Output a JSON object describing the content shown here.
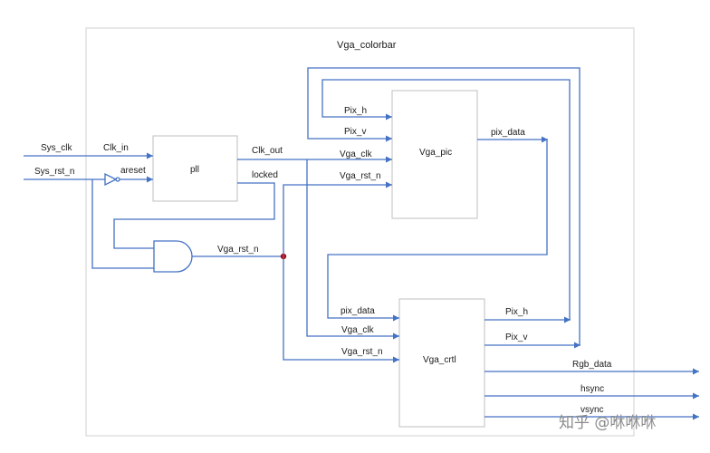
{
  "top_module": "Vga_colorbar",
  "blocks": {
    "pll": "pll",
    "vga_pic": "Vga_pic",
    "vga_crtl": "Vga_crtl"
  },
  "inputs": {
    "sys_clk": "Sys_clk",
    "sys_rst_n": "Sys_rst_n"
  },
  "pll_ports": {
    "clk_in": "Clk_in",
    "areset": "areset",
    "clk_out": "Clk_out",
    "locked": "locked"
  },
  "and_output": "Vga_rst_n",
  "vga_pic_ports": {
    "pix_h": "Pix_h",
    "pix_v": "Pix_v",
    "vga_clk": "Vga_clk",
    "vga_rst_n": "Vga_rst_n",
    "pix_data": "pix_data"
  },
  "vga_crtl_ports": {
    "pix_data": "pix_data",
    "vga_clk": "Vga_clk",
    "vga_rst_n": "Vga_rst_n",
    "pix_h": "Pix_h",
    "pix_v": "Pix_v"
  },
  "outputs": {
    "rgb_data": "Rgb_data",
    "hsync": "hsync",
    "vsync": "vsync"
  },
  "watermark": "知乎 @咻咻咻",
  "colors": {
    "wire": "#4472c4",
    "junction": "#c00000",
    "block_border": "#bfbfbf"
  }
}
